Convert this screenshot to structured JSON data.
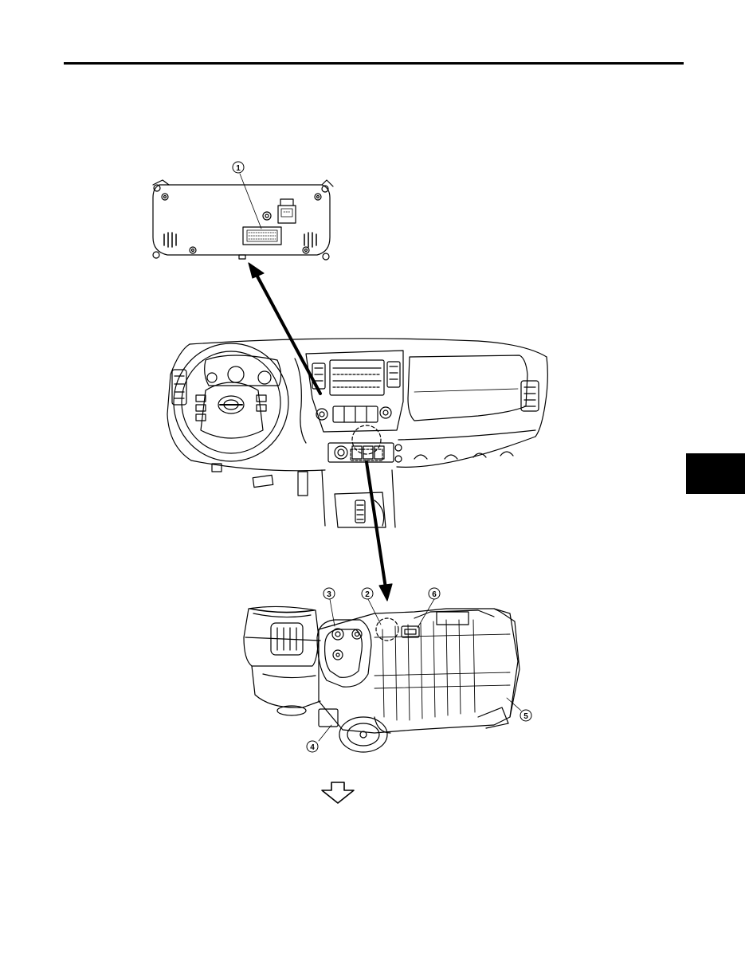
{
  "page": {
    "header_rule": true,
    "section_tab_color": "#000000"
  },
  "figure": {
    "callouts": [
      {
        "id": "callout-1",
        "label": "1"
      },
      {
        "id": "callout-2",
        "label": "2"
      },
      {
        "id": "callout-3",
        "label": "3"
      },
      {
        "id": "callout-4",
        "label": "4"
      },
      {
        "id": "callout-5",
        "label": "5"
      },
      {
        "id": "callout-6",
        "label": "6"
      }
    ],
    "continue_arrow_icon": "down-arrow-outline-icon"
  }
}
